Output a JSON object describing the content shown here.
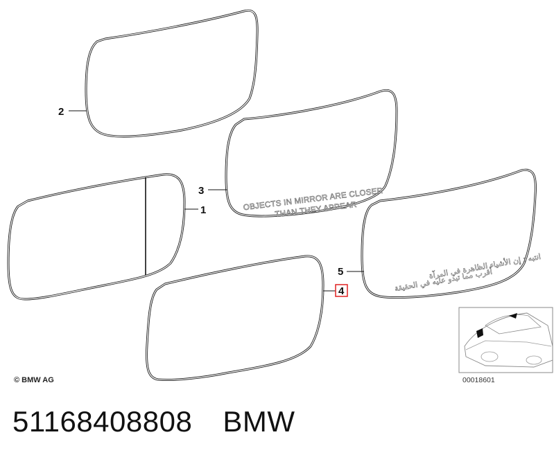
{
  "diagram": {
    "callouts": [
      {
        "id": "1",
        "label": "1"
      },
      {
        "id": "2",
        "label": "2"
      },
      {
        "id": "3",
        "label": "3"
      },
      {
        "id": "4",
        "label": "4",
        "highlighted": true
      },
      {
        "id": "5",
        "label": "5"
      }
    ],
    "mirror_text_line1": "OBJECTS IN MIRROR ARE CLOSER",
    "mirror_text_line2": "THAN THEY APPEAR",
    "arabic_line1": "انتبه : إن الأشياء الظاهرة في المرآة",
    "arabic_line2": "أقرب مما تبدو عليه في الحقيقة",
    "copyright": "© BMW AG",
    "reference_number": "00018601",
    "highlight_color": "#e02020"
  },
  "footer": {
    "part_number": "51168408808",
    "brand": "BMW"
  }
}
